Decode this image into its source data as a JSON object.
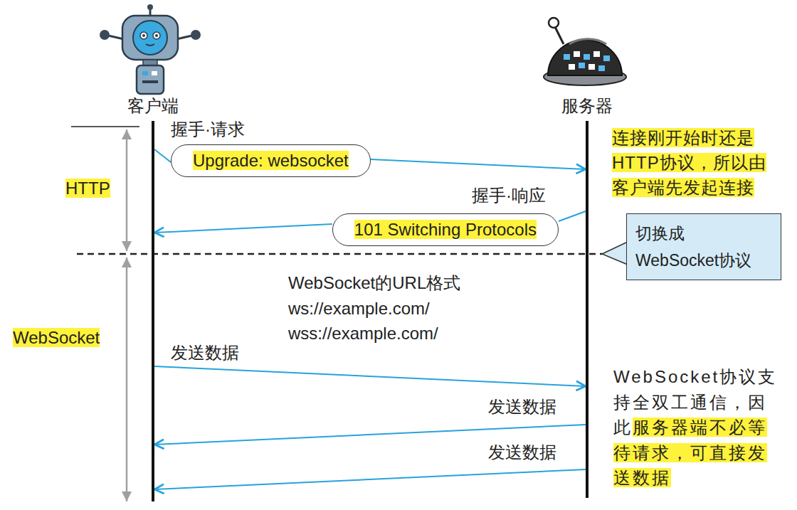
{
  "diagram": {
    "nodes": [
      {
        "text": [
          "客户端"
        ]
      },
      {
        "text": [
          "服务器"
        ]
      },
      {
        "text": [
          "Upgrade: websocket"
        ]
      },
      {
        "text": [
          "101 Switching Protocols"
        ]
      },
      {
        "text": [
          "切换成 WebSocket协议"
        ]
      }
    ],
    "edges": [
      {
        "from": 0,
        "to": 2,
        "arrow": "none",
        "label": "握手·请求"
      },
      {
        "from": 2,
        "to": 1,
        "arrow": "to"
      },
      {
        "from": 1,
        "to": 3,
        "arrow": "none",
        "label": "握手·响应"
      },
      {
        "from": 3,
        "to": 0,
        "arrow": "to"
      },
      {
        "from": 0,
        "to": 1,
        "arrow": "to",
        "label": "发送数据"
      },
      {
        "from": 1,
        "to": 0,
        "arrow": "to",
        "label": "发送数据"
      },
      {
        "from": 1,
        "to": 0,
        "arrow": "to",
        "label": "发送数据"
      }
    ],
    "labels": [
      "连接刚开始时还是HTTP协议，所以由客户端先发起连接",
      "HTTP",
      "WebSocket的URL格式",
      "ws://example.com/",
      "wss://example.com/",
      "WebSocket",
      "WebSocket协议支持全双工通信，因此服务器端不必等待请求，可直接发送数据"
    ]
  }
}
